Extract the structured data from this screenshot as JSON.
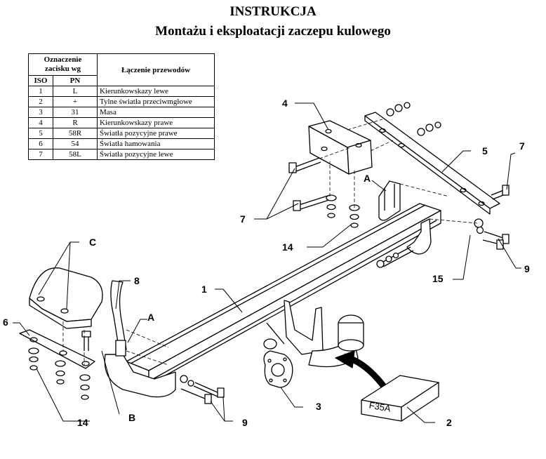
{
  "title": "INSTRUKCJA",
  "subtitle": "Montażu i eksploatacji zaczepu kulowego",
  "table": {
    "header_marking": "Oznaczenie zacisku wg",
    "header_connection": "Łączenie przewodów",
    "col_iso": "ISO",
    "col_pn": "PN",
    "rows": [
      {
        "iso": "1",
        "pn": "L",
        "desc": "Kierunkowskazy lewe"
      },
      {
        "iso": "2",
        "pn": "+",
        "desc": "Tylne światła przeciwmgłowe"
      },
      {
        "iso": "3",
        "pn": "31",
        "desc": "Masa"
      },
      {
        "iso": "4",
        "pn": "R",
        "desc": "Kierunkowskazy prawe"
      },
      {
        "iso": "5",
        "pn": "58R",
        "desc": "Światła pozycyjne prawe"
      },
      {
        "iso": "6",
        "pn": "54",
        "desc": "Światła hamowania"
      },
      {
        "iso": "7",
        "pn": "58L",
        "desc": "Światła pozycyjne lewe"
      }
    ]
  },
  "labels": {
    "p1": "1",
    "p2": "2",
    "p3": "3",
    "p4": "4",
    "p5": "5",
    "p6": "6",
    "p7a": "7",
    "p7b": "7",
    "p8": "8",
    "p9a": "9",
    "p9b": "9",
    "p14a": "14",
    "p14b": "14",
    "p15": "15",
    "A1": "A",
    "A2": "A",
    "B": "B",
    "C": "C"
  },
  "box_code": "F35A"
}
